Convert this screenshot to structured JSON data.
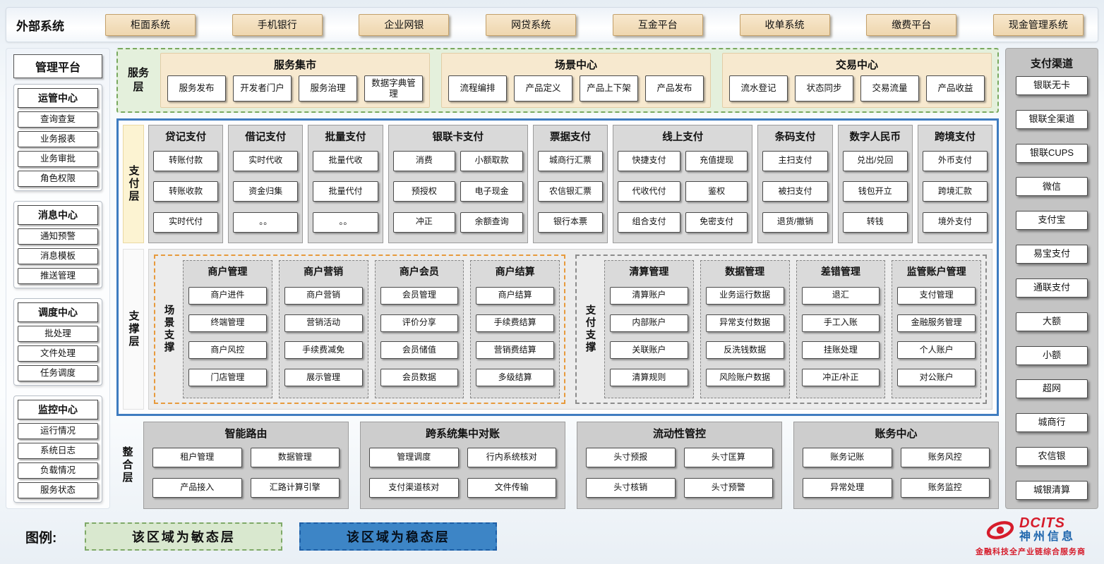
{
  "external_systems": {
    "label": "外部系统",
    "items": [
      "柜面系统",
      "手机银行",
      "企业网银",
      "网贷系统",
      "互金平台",
      "收单系统",
      "缴费平台",
      "现金管理系统"
    ]
  },
  "management_platform": {
    "title": "管理平台",
    "groups": [
      {
        "title": "运管中心",
        "items": [
          "查询查复",
          "业务报表",
          "业务审批",
          "角色权限"
        ]
      },
      {
        "title": "消息中心",
        "items": [
          "通知预警",
          "消息模板",
          "推送管理"
        ]
      },
      {
        "title": "调度中心",
        "items": [
          "批处理",
          "文件处理",
          "任务调度"
        ]
      },
      {
        "title": "监控中心",
        "items": [
          "运行情况",
          "系统日志",
          "负载情况",
          "服务状态"
        ]
      }
    ]
  },
  "service_layer": {
    "label": "服务层",
    "groups": [
      {
        "title": "服务集市",
        "items": [
          "服务发布",
          "开发者门户",
          "服务治理",
          "数据字典管理"
        ]
      },
      {
        "title": "场景中心",
        "items": [
          "流程编排",
          "产品定义",
          "产品上下架",
          "产品发布"
        ]
      },
      {
        "title": "交易中心",
        "items": [
          "流水登记",
          "状态同步",
          "交易流量",
          "产品收益"
        ]
      }
    ]
  },
  "payment_layer": {
    "label": "支付层",
    "columns": [
      {
        "title": "贷记支付",
        "cols": 1,
        "items": [
          "转账付款",
          "转账收款",
          "实时代付"
        ]
      },
      {
        "title": "借记支付",
        "cols": 1,
        "items": [
          "实时代收",
          "资金归集",
          "。。"
        ]
      },
      {
        "title": "批量支付",
        "cols": 1,
        "items": [
          "批量代收",
          "批量代付",
          "。。"
        ]
      },
      {
        "title": "银联卡支付",
        "cols": 2,
        "items": [
          "消费",
          "小额取款",
          "预授权",
          "电子现金",
          "冲正",
          "余额查询"
        ]
      },
      {
        "title": "票据支付",
        "cols": 1,
        "items": [
          "城商行汇票",
          "农信银汇票",
          "银行本票"
        ]
      },
      {
        "title": "线上支付",
        "cols": 2,
        "items": [
          "快捷支付",
          "充值提现",
          "代收代付",
          "鉴权",
          "组合支付",
          "免密支付"
        ]
      },
      {
        "title": "条码支付",
        "cols": 1,
        "items": [
          "主扫支付",
          "被扫支付",
          "退货/撤销"
        ]
      },
      {
        "title": "数字人民币",
        "cols": 1,
        "items": [
          "兑出/兑回",
          "钱包开立",
          "转钱"
        ]
      },
      {
        "title": "跨境支付",
        "cols": 1,
        "items": [
          "外币支付",
          "跨境汇款",
          "境外支付"
        ]
      }
    ]
  },
  "support_layer": {
    "label": "支撑层",
    "sections": [
      {
        "label": "场景支撑",
        "style": "orange",
        "columns": [
          {
            "title": "商户管理",
            "items": [
              "商户进件",
              "终端管理",
              "商户风控",
              "门店管理"
            ]
          },
          {
            "title": "商户营销",
            "items": [
              "商户营销",
              "营销活动",
              "手续费减免",
              "展示管理"
            ]
          },
          {
            "title": "商户会员",
            "items": [
              "会员管理",
              "评价分享",
              "会员储值",
              "会员数据"
            ]
          },
          {
            "title": "商户结算",
            "items": [
              "商户结算",
              "手续费结算",
              "营销费结算",
              "多级结算"
            ]
          }
        ]
      },
      {
        "label": "支付支撑",
        "style": "gray",
        "columns": [
          {
            "title": "清算管理",
            "items": [
              "清算账户",
              "内部账户",
              "关联账户",
              "清算规则"
            ]
          },
          {
            "title": "数据管理",
            "items": [
              "业务运行数据",
              "异常支付数据",
              "反洗钱数据",
              "风险账户数据"
            ]
          },
          {
            "title": "差错管理",
            "items": [
              "退汇",
              "手工入账",
              "挂账处理",
              "冲正/补正"
            ]
          },
          {
            "title": "监管账户管理",
            "items": [
              "支付管理",
              "金融服务管理",
              "个人账户",
              "对公账户"
            ]
          }
        ]
      }
    ]
  },
  "integration_layer": {
    "label": "整合层",
    "groups": [
      {
        "title": "智能路由",
        "items": [
          "租户管理",
          "数据管理",
          "产品接入",
          "汇路计算引擎"
        ]
      },
      {
        "title": "跨系统集中对账",
        "items": [
          "管理调度",
          "行内系统核对",
          "支付渠道核对",
          "文件传输"
        ]
      },
      {
        "title": "流动性管控",
        "items": [
          "头寸预报",
          "头寸匡算",
          "头寸核销",
          "头寸预警"
        ]
      },
      {
        "title": "账务中心",
        "items": [
          "账务记账",
          "账务风控",
          "异常处理",
          "账务监控"
        ]
      }
    ]
  },
  "payment_channels": {
    "title": "支付渠道",
    "items": [
      "银联无卡",
      "银联全渠道",
      "银联CUPS",
      "微信",
      "支付宝",
      "易宝支付",
      "通联支付",
      "大额",
      "小额",
      "超网",
      "城商行",
      "农信银",
      "城银清算"
    ]
  },
  "legend": {
    "label": "图例:",
    "agile": "该区域为敏态层",
    "stable": "该区域为稳态层"
  },
  "logo": {
    "name": "DCITS",
    "company": "神州信息",
    "tagline": "金融科技全产业链综合服务商"
  },
  "colors": {
    "agile_green_bg": "#d9e8cf",
    "agile_green_border": "#7fa968",
    "stable_blue_border": "#3e7cc0",
    "stable_blue_fill": "#3d85c6",
    "panel_gray": "#d9d9d9",
    "tan_button": "#f2dcb6",
    "yellow_label": "#fcf3d2",
    "scene_orange_border": "#e79a3c",
    "brand_red": "#d61c2b",
    "brand_blue": "#1f66ad"
  }
}
